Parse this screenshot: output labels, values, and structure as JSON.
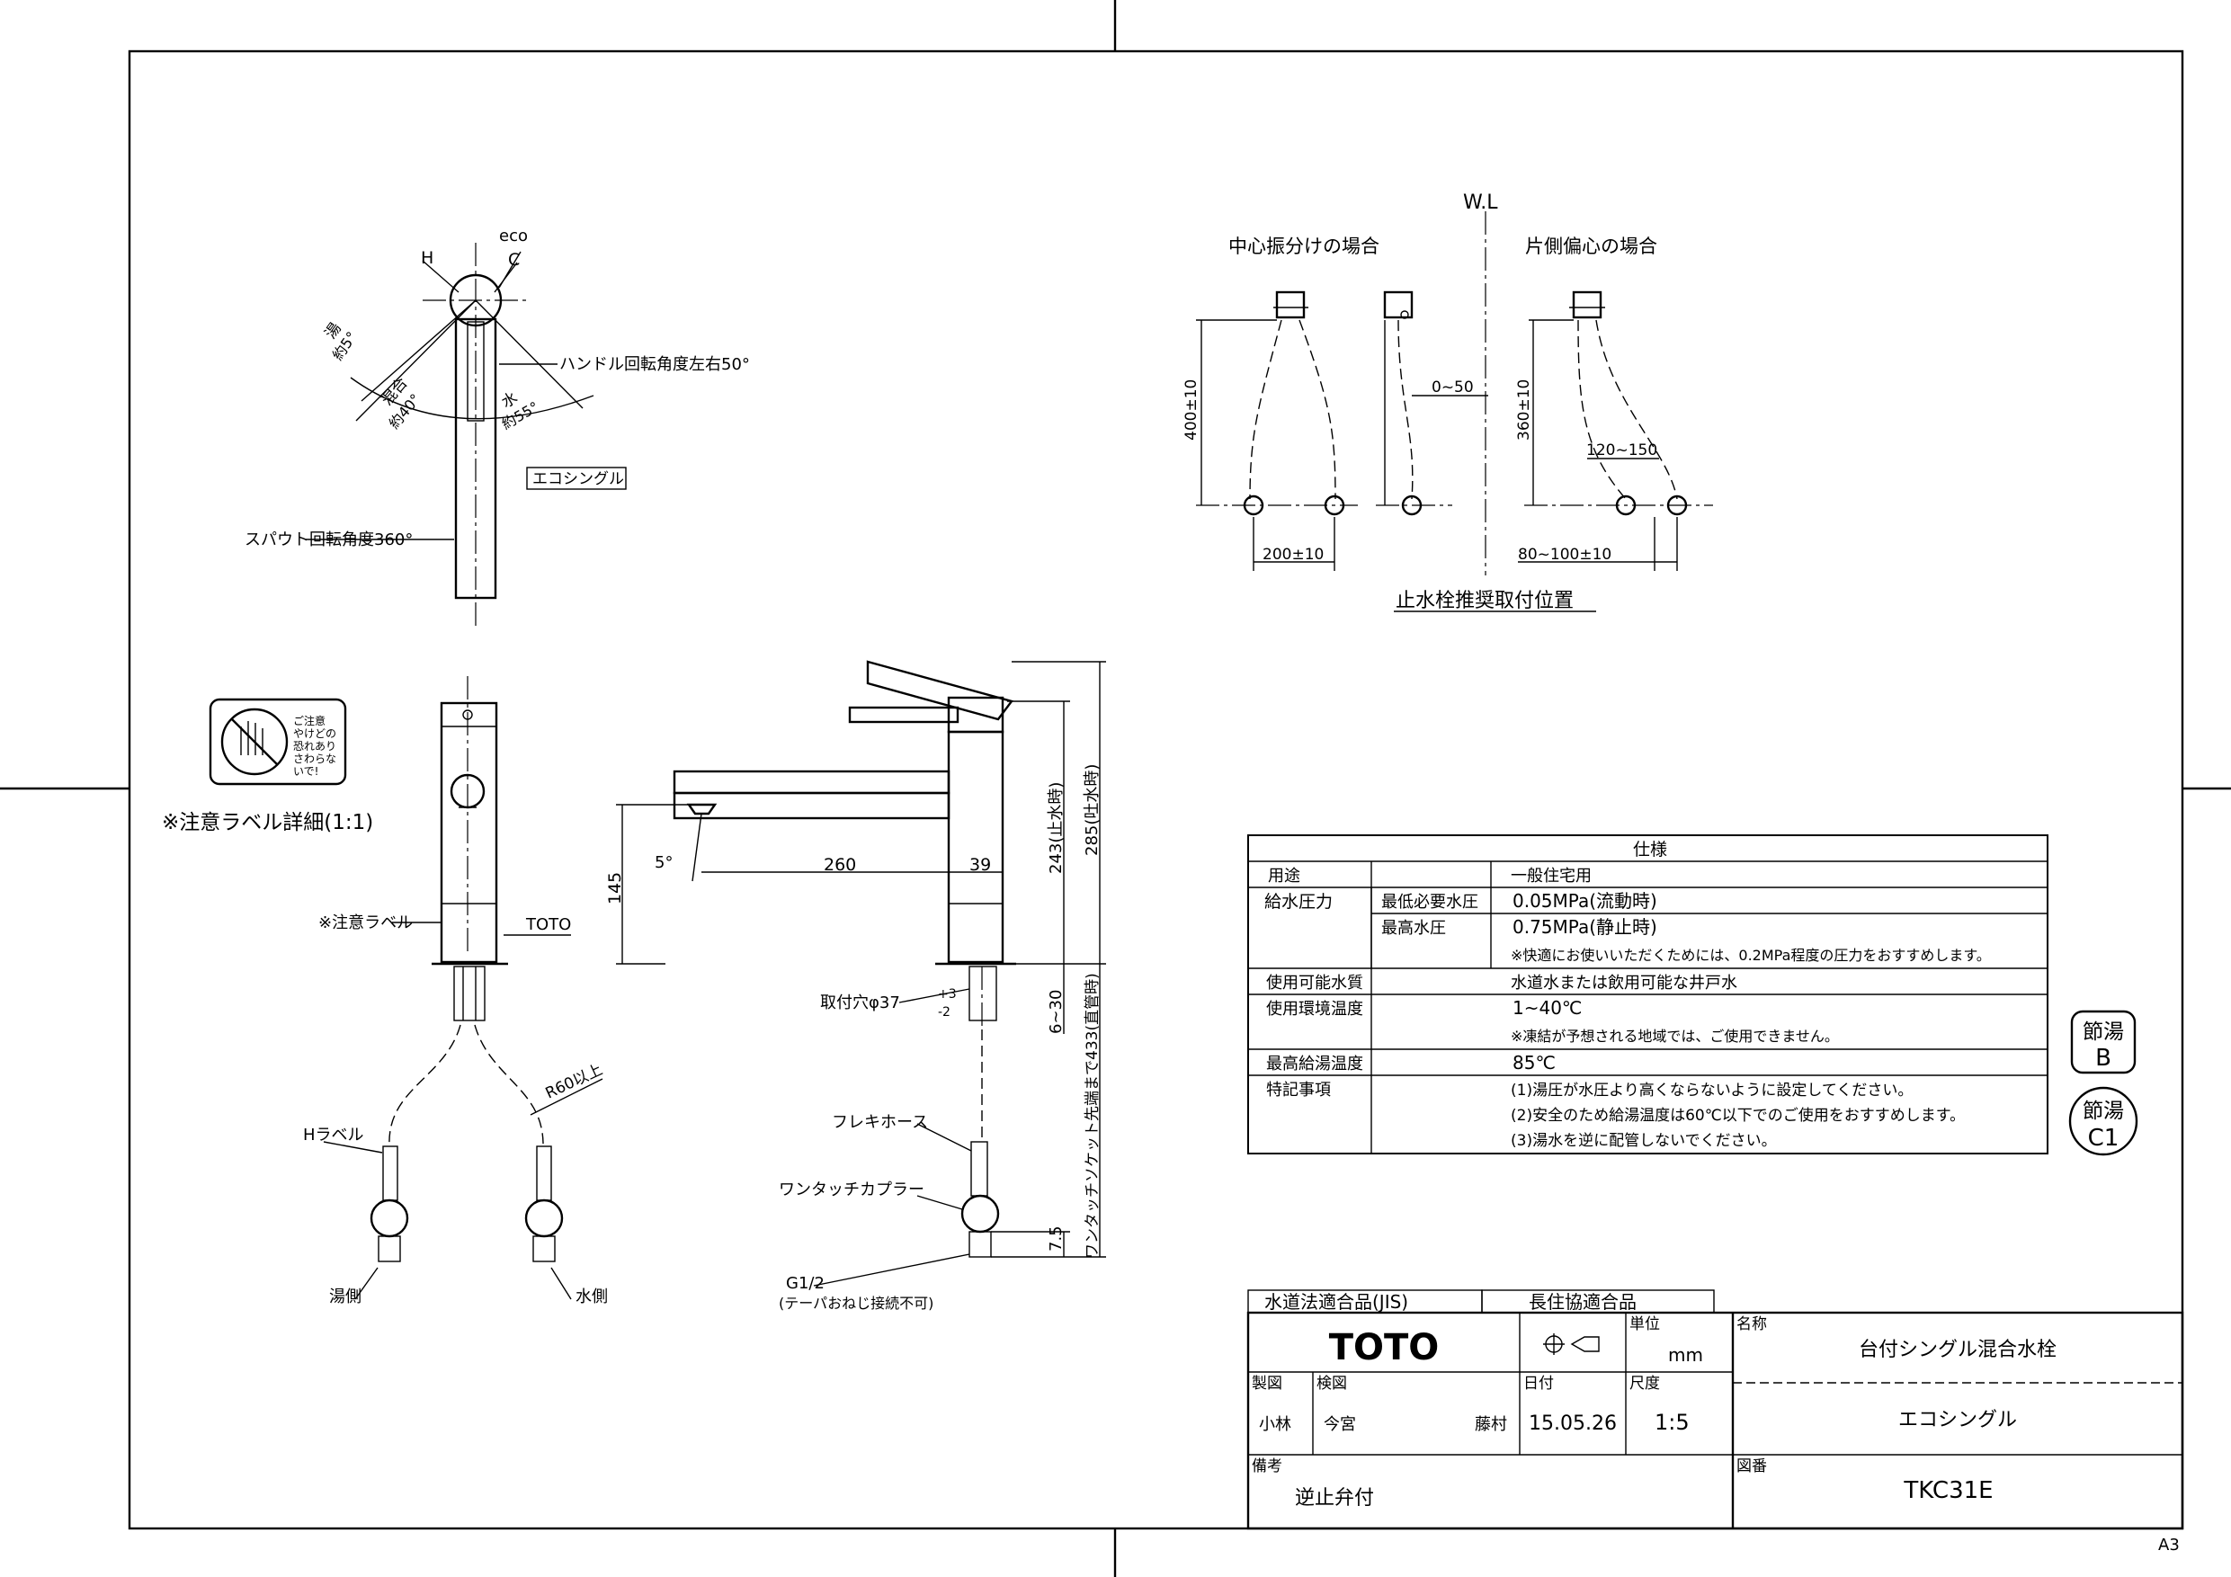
{
  "sheet": {
    "size": "A3"
  },
  "top_view": {
    "eco": "eco",
    "h": "H",
    "c": "C",
    "hot": "湯",
    "hot_angle": "約5°",
    "mix": "混合",
    "mix_angle": "約40°",
    "cold": "水",
    "cold_angle": "約55°",
    "handle_rotation": "ハンドル回転角度左右50°",
    "spout_rotation": "スパウト回転角度360°",
    "model_tag": "エコシングル"
  },
  "caution_label": {
    "sign_text": "ご注意 やけどの 恐れあり さわらな いで!",
    "caption": "※注意ラベル詳細(1:1)"
  },
  "front_view": {
    "caution_label": "※注意ラベル",
    "brand": "TOTO",
    "h_label": "Hラベル",
    "r60": "R60以上",
    "hot_side": "湯側",
    "cold_side": "水側"
  },
  "side_view": {
    "angle": "5°",
    "dim_260": "260",
    "dim_39": "39",
    "dim_145": "145",
    "dim_243": "243(止水時)",
    "dim_285": "285(吐水時)",
    "hole": "取付穴φ37",
    "hole_plus": "+3",
    "hole_minus": "-2",
    "dim_6_30": "6~30",
    "dim_433": "ワンタッチソケット先端まで433(直管時)",
    "flex_hose": "フレキホース",
    "coupler": "ワンタッチカプラー",
    "dim_7_5": "7.5",
    "g12": "G1/2",
    "g12_note": "(テーパおねじ接続不可)"
  },
  "stop_valve": {
    "wl": "W.L",
    "center_title": "中心振分けの場合",
    "offset_title": "片側偏心の場合",
    "dim_400": "400±10",
    "dim_0_50": "0~50",
    "dim_360": "360±10",
    "dim_120_150": "120~150",
    "dim_200": "200±10",
    "dim_80_100": "80~100±10",
    "caption": "止水栓推奨取付位置"
  },
  "spec": {
    "title": "仕様",
    "rows": [
      {
        "label": "用途",
        "sub": "",
        "value": "一般住宅用",
        "note": ""
      },
      {
        "label": "給水圧力",
        "sub": "最低必要水圧",
        "value": "0.05MPa(流動時)",
        "note": ""
      },
      {
        "label": "",
        "sub": "最高水圧",
        "value": "0.75MPa(静止時)",
        "note": "※快適にお使いいただくためには、0.2MPa程度の圧力をおすすめします。"
      },
      {
        "label": "使用可能水質",
        "sub": "",
        "value": "水道水または飲用可能な井戸水",
        "note": ""
      },
      {
        "label": "使用環境温度",
        "sub": "",
        "value": "1~40℃",
        "note": "※凍結が予想される地域では、ご使用できません。"
      },
      {
        "label": "最高給湯温度",
        "sub": "",
        "value": "85℃",
        "note": ""
      },
      {
        "label": "特記事項",
        "sub": "",
        "value": "",
        "note": ""
      }
    ],
    "notes": [
      "(1)湯圧が水圧より高くならないように設定してください。",
      "(2)安全のため給湯温度は60℃以下でのご使用をおすすめします。",
      "(3)湯水を逆に配管しないでください。"
    ]
  },
  "badges": {
    "b_line1": "節湯",
    "b_line2": "B",
    "c1_line1": "節湯",
    "c1_line2": "C1"
  },
  "title_block": {
    "jis": "水道法適合品(JIS)",
    "choju": "長住協適合品",
    "brand": "TOTO",
    "unit_label": "単位",
    "unit_value": "mm",
    "name_label": "名称",
    "name_value": "台付シングル混合水栓",
    "subname_value": "エコシングル",
    "drawn_label": "製図",
    "drawn_names": "小林",
    "checked_label": "検図",
    "checked_names": "今宮",
    "approved_names": "藤村",
    "date_label": "日付",
    "date_value": "15.05.26",
    "scale_label": "尺度",
    "scale_value": "1:5",
    "remarks_label": "備考",
    "remarks_value": "逆止弁付",
    "drawing_no_label": "図番",
    "drawing_no_value": "TKC31E"
  }
}
